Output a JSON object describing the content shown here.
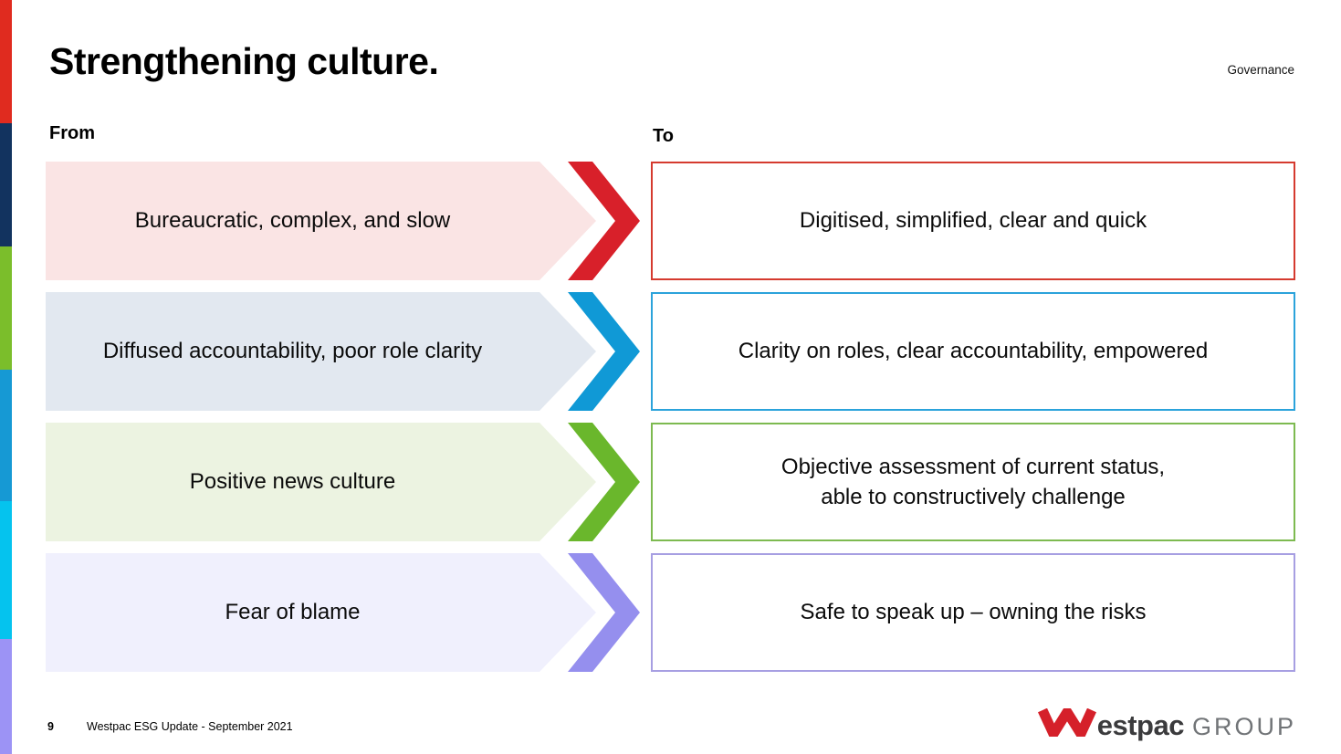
{
  "slide": {
    "title": "Strengthening culture.",
    "tag": "Governance",
    "col_from": "From",
    "col_to": "To",
    "rows": [
      {
        "from": "Bureaucratic, complex, and slow",
        "to": "Digitised, simplified, clear and quick",
        "fill": "#FAE4E4",
        "chevron": "#D8202A",
        "border": "#D53A2F"
      },
      {
        "from": "Diffused accountability, poor role clarity",
        "to": "Clarity on roles, clear accountability, empowered",
        "fill": "#E2E8F0",
        "chevron": "#1099D6",
        "border": "#2BA3DB"
      },
      {
        "from": "Positive news culture",
        "to": "Objective assessment of current status,\nable to constructively challenge",
        "fill": "#ECF3E1",
        "chevron": "#6AB72C",
        "border": "#7DBA50"
      },
      {
        "from": "Fear of blame",
        "to": "Safe to speak up – owning the risks",
        "fill": "#F0F0FD",
        "chevron": "#958FEE",
        "border": "#A79FE2"
      }
    ],
    "footer": {
      "page": "9",
      "text": "Westpac ESG Update - September 2021"
    },
    "logo": {
      "word": "estpac",
      "suffix": "GROUP",
      "w_color": "#D5202A",
      "word_color": "#3B3B3D",
      "suffix_color": "#717477"
    },
    "edge_colors": [
      "#E02B1F",
      "#12335F",
      "#7BBE2B",
      "#1699D4",
      "#05C3EE",
      "#9C93F5"
    ],
    "edge_heights": [
      135,
      135,
      135,
      144,
      151,
      126
    ]
  }
}
